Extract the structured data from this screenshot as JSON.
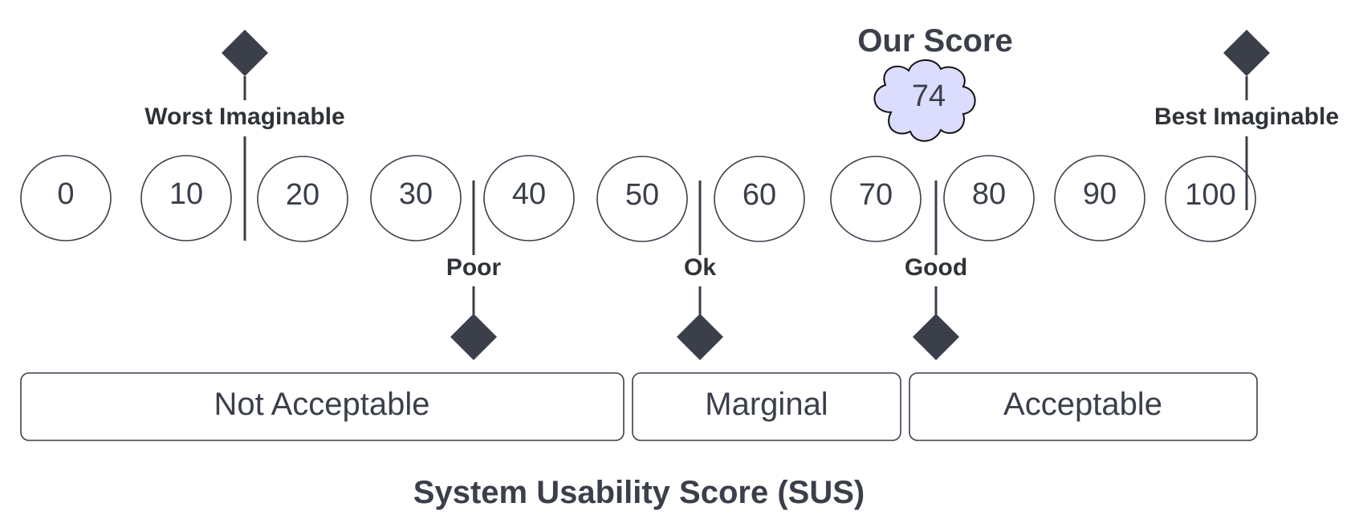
{
  "scale": [
    "0",
    "10",
    "20",
    "30",
    "40",
    "50",
    "60",
    "70",
    "80",
    "90",
    "100"
  ],
  "markers": {
    "worst": "Worst Imaginable",
    "poor": "Poor",
    "ok": "Ok",
    "good": "Good",
    "best": "Best Imaginable"
  },
  "our_score": {
    "label": "Our Score",
    "value": "74",
    "color": "#dcdcff"
  },
  "ranges": {
    "not_acceptable": "Not Acceptable",
    "marginal": "Marginal",
    "acceptable": "Acceptable"
  },
  "footer": "System Usability Score (SUS)",
  "colors": {
    "ink": "#3a3f4a"
  }
}
